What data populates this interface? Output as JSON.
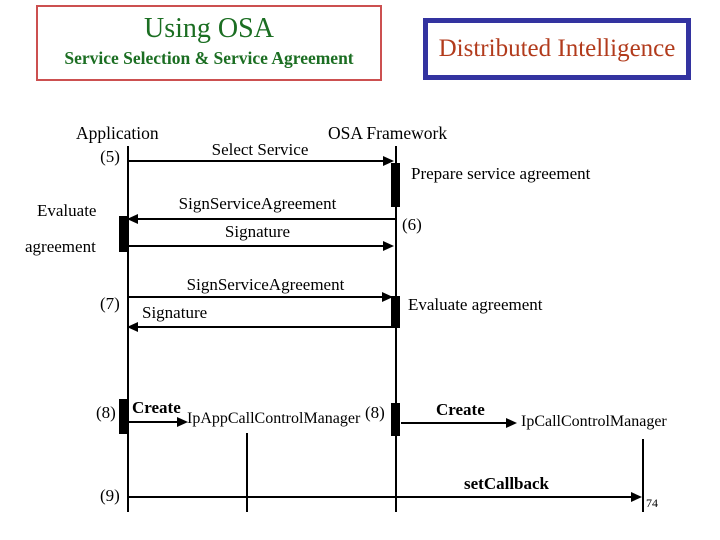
{
  "slide": {
    "page_number": "74",
    "title_box": {
      "title": "Using OSA",
      "subtitle": "Service Selection & Service Agreement"
    },
    "badge": {
      "label": "Distributed Intelligence"
    }
  },
  "colors": {
    "title_text": "#1b6e22",
    "title_box_border": "#cc5050",
    "badge_text": "#b23b1c",
    "badge_border": "#3333a0",
    "diagram_ink": "#000000"
  },
  "sequence": {
    "actors": {
      "left": "Application",
      "right": "OSA Framework"
    },
    "steps": {
      "s5": {
        "num": "(5)",
        "label": "Select Service"
      },
      "prepare_note": "Prepare service agreement",
      "s6": {
        "num": "(6)",
        "request": "SignServiceAgreement",
        "reply": "Signature"
      },
      "evaluate_note_line1": "Evaluate",
      "evaluate_note_line2": "agreement",
      "s7": {
        "num": "(7)",
        "request": "SignServiceAgreement",
        "reply": "Signature"
      },
      "evaluate_note_right": "Evaluate agreement",
      "s8_left": {
        "num": "(8)",
        "label": "Create",
        "object": "IpAppCallControlManager"
      },
      "s8_right": {
        "num": "(8)",
        "label": "Create",
        "object": "IpCallControlManager"
      },
      "s9": {
        "num": "(9)",
        "label": "setCallback"
      }
    }
  }
}
